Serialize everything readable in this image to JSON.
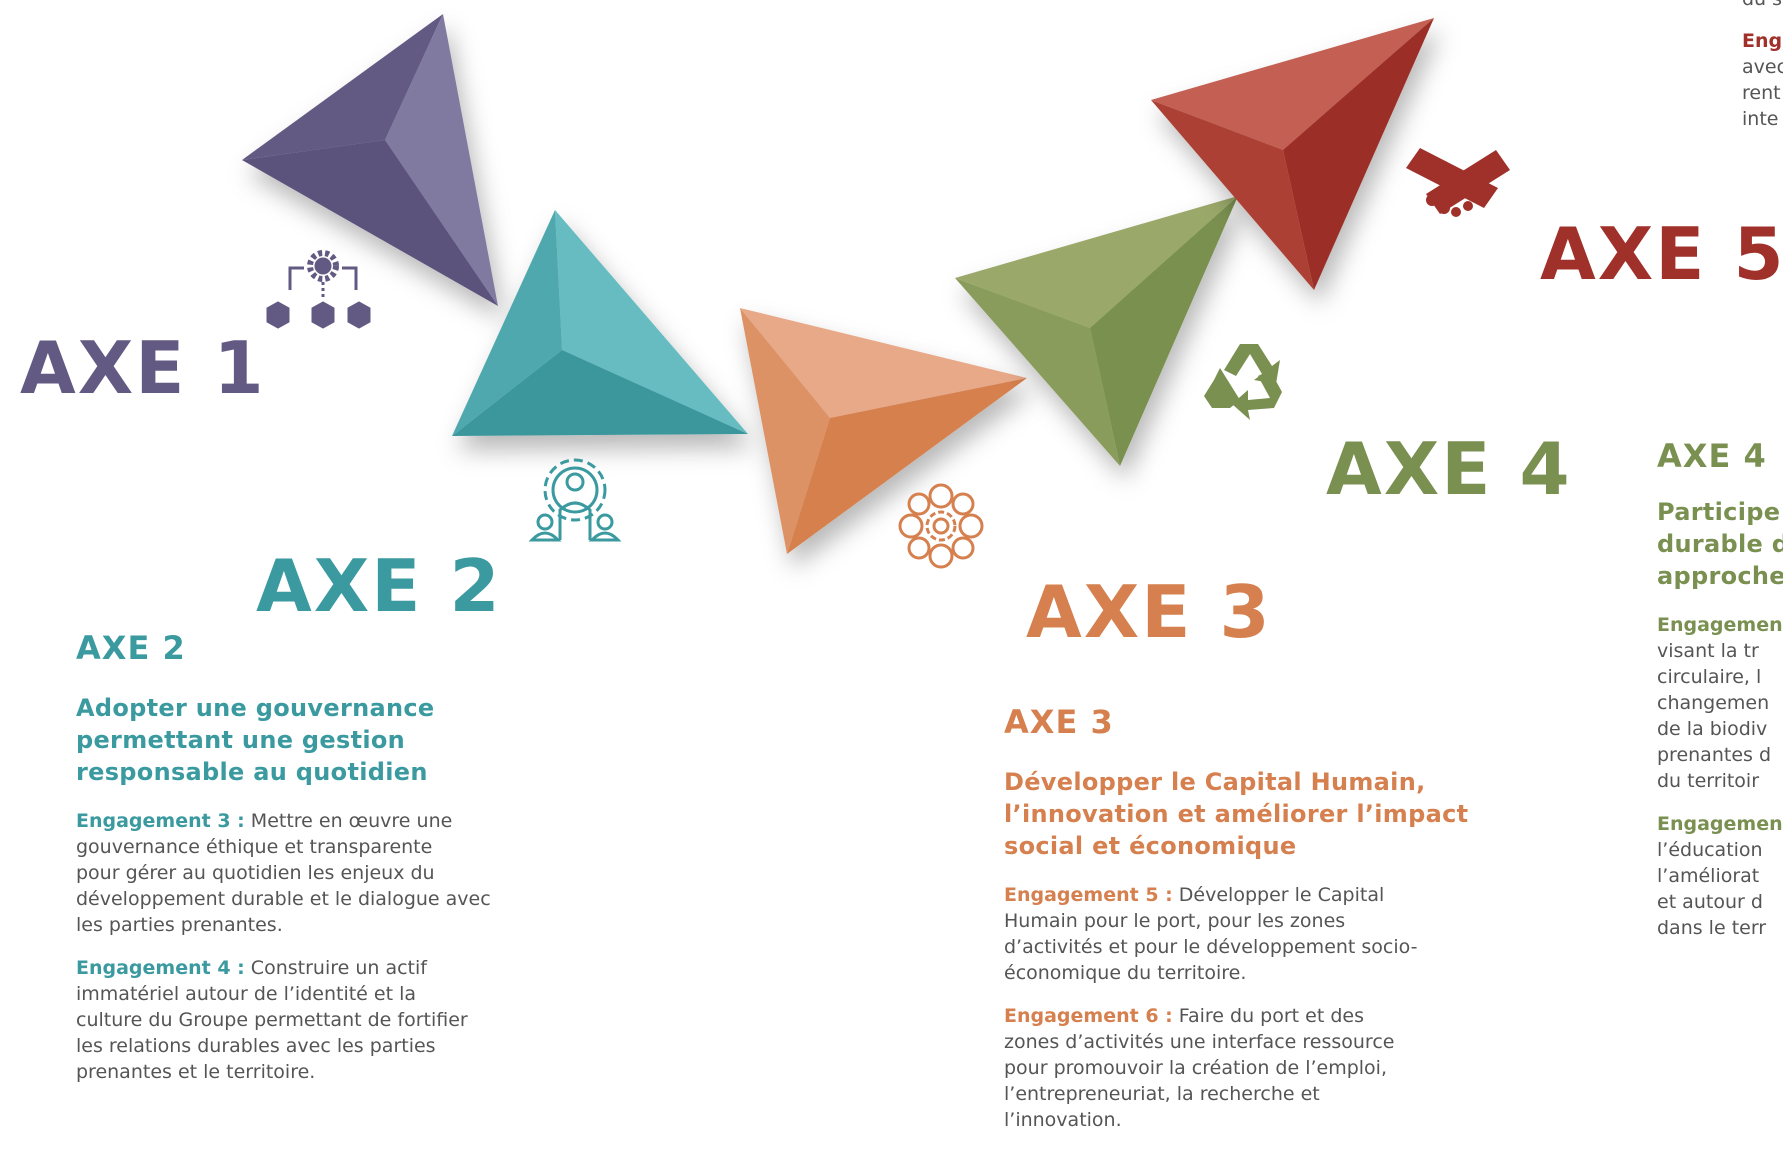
{
  "colors": {
    "axe1": "#625a83",
    "axe2": "#3a9aa0",
    "axe3": "#d5804e",
    "axe4": "#7a9050",
    "axe5": "#a0302a",
    "body_text": "#555555"
  },
  "icons": {
    "axe1": "org-chart-gear-icon",
    "axe2": "gear-people-icon",
    "axe3": "people-circle-gear-icon",
    "axe4": "recycle-icon",
    "axe5": "handshake-icon"
  },
  "big_labels": {
    "axe1": "AXE 1",
    "axe2": "AXE 2",
    "axe3": "AXE 3",
    "axe4": "AXE 4",
    "axe5": "AXE 5"
  },
  "axe2": {
    "heading": "AXE 2",
    "subtitle": "Adopter une gouvernance\npermettant une gestion\nresponsable au quotidien",
    "engagements": [
      {
        "label": "Engagement 3 :",
        "text": " Mettre en œuvre une\ngouvernance éthique et transparente\npour gérer au quotidien les enjeux du\ndéveloppement durable et le dialogue avec\nles parties prenantes."
      },
      {
        "label": "Engagement 4 :",
        "text": " Construire un actif\nimmatériel autour de l’identité et la\nculture du Groupe permettant de fortifier\nles relations durables avec les parties\nprenantes et le territoire."
      }
    ]
  },
  "axe3": {
    "heading": "AXE 3",
    "subtitle": "Développer le Capital Humain,\nl’innovation et améliorer l’impact\nsocial et économique",
    "engagements": [
      {
        "label": "Engagement 5 :",
        "text": " Développer le Capital\nHumain pour le port, pour les zones\nd’activités et pour le développement socio-\néconomique du territoire."
      },
      {
        "label": "Engagement 6 :",
        "text": " Faire du port et des\nzones d’activités une interface ressource\npour promouvoir la création de l’emploi,\nl’entrepreneuriat, la recherche et\nl’innovation."
      }
    ]
  },
  "axe4": {
    "heading": "AXE 4",
    "subtitle": "Participe\ndurable d\napproche",
    "engagements": [
      {
        "label": "Engagemen",
        "text": "\nvisant la tr\ncirculaire, l\nchangemen\nde la biodiv\nprenantes d\ndu territoir"
      },
      {
        "label": "Engagemen",
        "text": "\nl’éducation\nl’améliorat\net autour d\ndans le terr"
      }
    ]
  },
  "axe5_partial": {
    "top_text": "du s",
    "label": "Eng",
    "text": "\navec\nrent\ninte"
  }
}
